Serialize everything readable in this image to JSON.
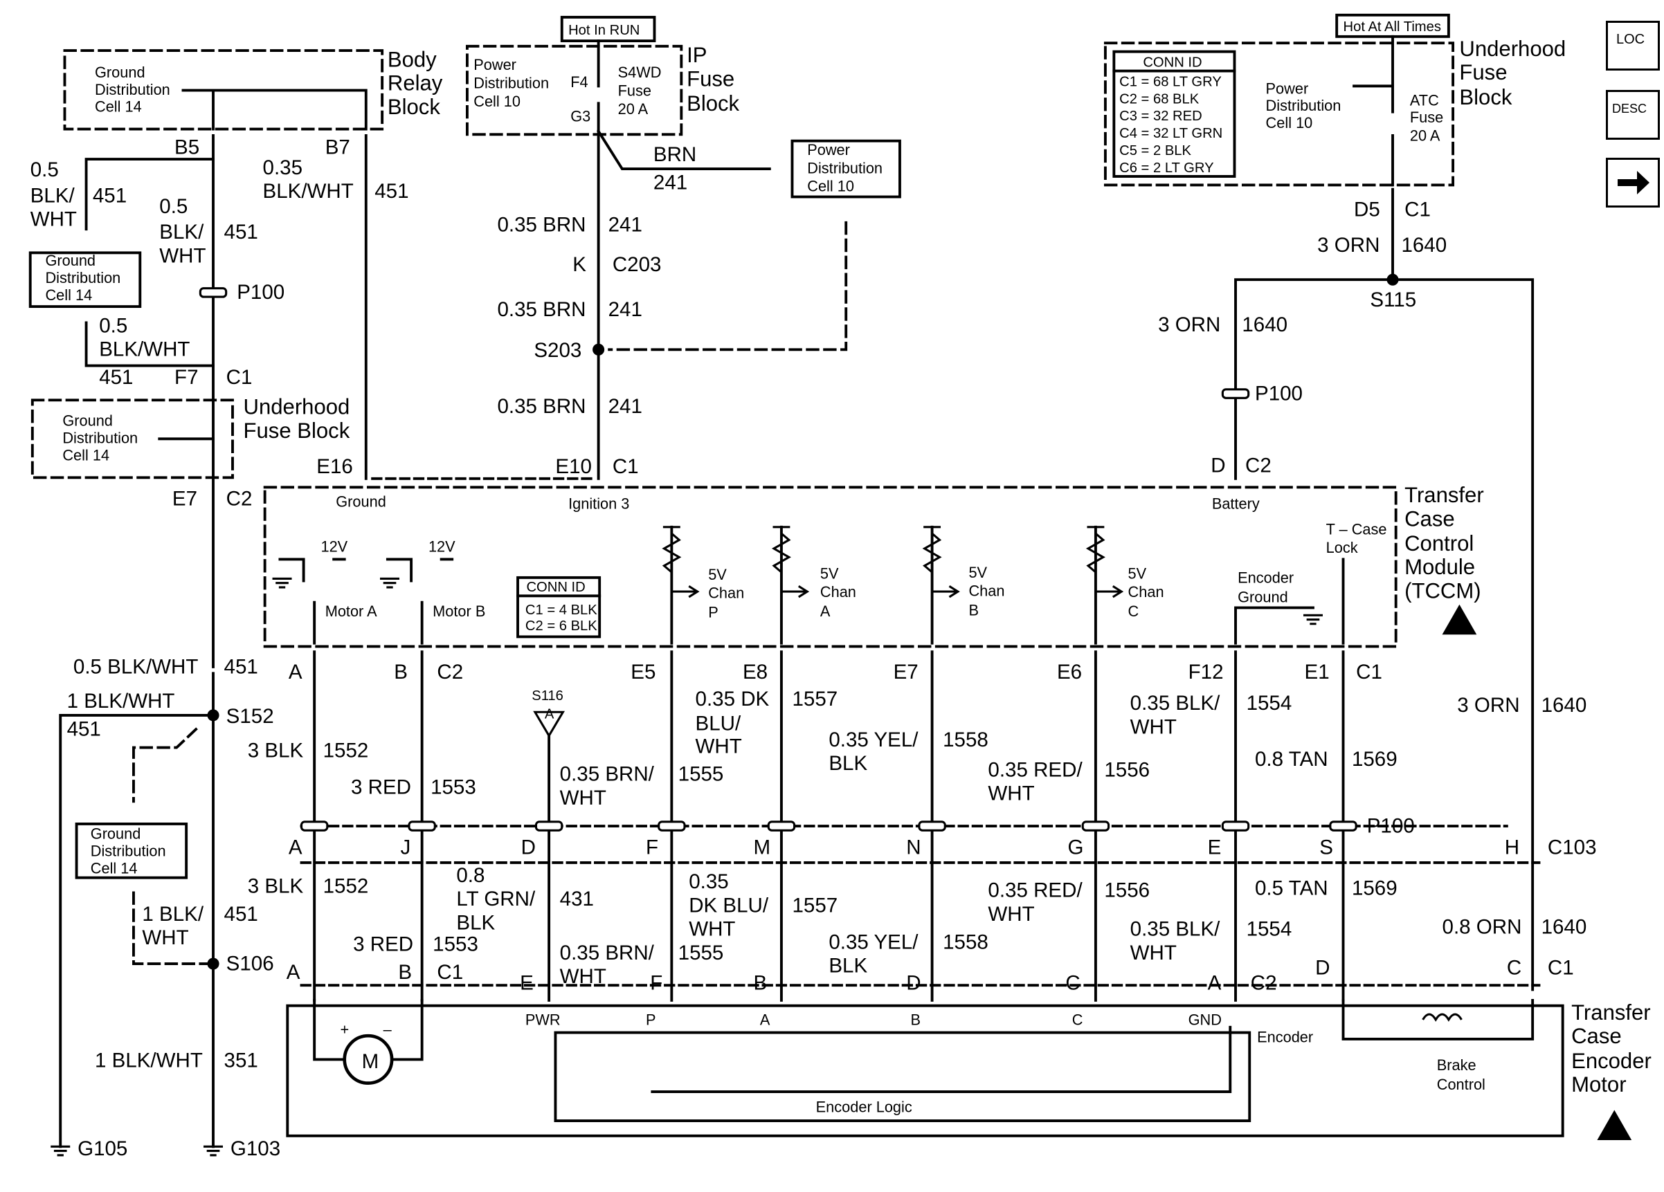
{
  "nav": {
    "loc_label": "LOC",
    "desc_label": "DESC",
    "next_icon": "arrow-right-icon"
  },
  "labels": [
    {
      "k": "ab",
      "t": "Body"
    },
    {
      "k": "ab",
      "t": "Relay"
    },
    {
      "k": "ab",
      "t": "Block"
    },
    {
      "k": "c",
      "t": "Ground"
    },
    {
      "k": "c",
      "t": "Distribution"
    },
    {
      "k": "c",
      "t": "Cell 14"
    },
    {
      "k": "a",
      "t": "B5"
    },
    {
      "k": "a",
      "t": "B7"
    },
    {
      "k": "a",
      "t": "0.5"
    },
    {
      "k": "a",
      "t": "BLK/"
    },
    {
      "k": "a",
      "t": "WHT"
    },
    {
      "k": "a",
      "t": "451"
    },
    {
      "k": "a",
      "t": "0.5"
    },
    {
      "k": "a",
      "t": "BLK/"
    },
    {
      "k": "a",
      "t": "WHT"
    },
    {
      "k": "a",
      "t": "451"
    },
    {
      "k": "a",
      "t": "0.35"
    },
    {
      "k": "a",
      "t": "BLK/WHT"
    },
    {
      "k": "a",
      "t": "451"
    },
    {
      "k": "c",
      "t": "Ground"
    },
    {
      "k": "c",
      "t": "Distribution"
    },
    {
      "k": "c",
      "t": "Cell 14"
    },
    {
      "k": "a",
      "t": "P100"
    },
    {
      "k": "a",
      "t": "0.5"
    },
    {
      "k": "a",
      "t": "BLK/WHT"
    },
    {
      "k": "a",
      "t": "451"
    },
    {
      "k": "a",
      "t": "F7"
    },
    {
      "k": "a",
      "t": "C1"
    },
    {
      "k": "c",
      "t": "Ground"
    },
    {
      "k": "c",
      "t": "Distribution"
    },
    {
      "k": "c",
      "t": "Cell 14"
    },
    {
      "k": "ab",
      "t": "Underhood"
    },
    {
      "k": "ab",
      "t": "Fuse Block"
    },
    {
      "k": "a",
      "t": "E16"
    },
    {
      "k": "a",
      "t": "E7"
    },
    {
      "k": "a",
      "t": "C2"
    },
    {
      "k": "s",
      "t": "Hot In RUN"
    },
    {
      "k": "c",
      "t": "Power"
    },
    {
      "k": "c",
      "t": "Distribution"
    },
    {
      "k": "c",
      "t": "Cell 10"
    },
    {
      "k": "c",
      "t": "F4"
    },
    {
      "k": "c",
      "t": "S4WD"
    },
    {
      "k": "c",
      "t": "Fuse"
    },
    {
      "k": "c",
      "t": "20 A"
    },
    {
      "k": "c",
      "t": "G3"
    },
    {
      "k": "ab",
      "t": "IP"
    },
    {
      "k": "ab",
      "t": "Fuse"
    },
    {
      "k": "ab",
      "t": "Block"
    },
    {
      "k": "a",
      "t": "BRN"
    },
    {
      "k": "a",
      "t": "241"
    },
    {
      "k": "c",
      "t": "Power"
    },
    {
      "k": "c",
      "t": "Distribution"
    },
    {
      "k": "c",
      "t": "Cell 10"
    },
    {
      "k": "a",
      "t": "0.35 BRN"
    },
    {
      "k": "a",
      "t": "241"
    },
    {
      "k": "a",
      "t": "K"
    },
    {
      "k": "a",
      "t": "C203"
    },
    {
      "k": "a",
      "t": "0.35 BRN"
    },
    {
      "k": "a",
      "t": "241"
    },
    {
      "k": "a",
      "t": "S203"
    },
    {
      "k": "a",
      "t": "0.35 BRN"
    },
    {
      "k": "a",
      "t": "241"
    },
    {
      "k": "a",
      "t": "E10"
    },
    {
      "k": "a",
      "t": "C1"
    },
    {
      "k": "s",
      "t": "Hot At All Times"
    },
    {
      "k": "s",
      "t": "CONN ID"
    },
    {
      "k": "s",
      "t": "C1 = 68 LT GRY"
    },
    {
      "k": "s",
      "t": "C2 = 68 BLK"
    },
    {
      "k": "s",
      "t": "C3 = 32 RED"
    },
    {
      "k": "s",
      "t": "C4 = 32 LT GRN"
    },
    {
      "k": "s",
      "t": "C5 = 2 BLK"
    },
    {
      "k": "s",
      "t": "C6 = 2 LT GRY"
    },
    {
      "k": "c",
      "t": "Power"
    },
    {
      "k": "c",
      "t": "Distribution"
    },
    {
      "k": "c",
      "t": "Cell 10"
    },
    {
      "k": "c",
      "t": "ATC"
    },
    {
      "k": "c",
      "t": "Fuse"
    },
    {
      "k": "c",
      "t": "20 A"
    },
    {
      "k": "ab",
      "t": "Underhood"
    },
    {
      "k": "ab",
      "t": "Fuse"
    },
    {
      "k": "ab",
      "t": "Block"
    },
    {
      "k": "a",
      "t": "D5"
    },
    {
      "k": "a",
      "t": "C1"
    },
    {
      "k": "a",
      "t": "3 ORN"
    },
    {
      "k": "a",
      "t": "1640"
    },
    {
      "k": "a",
      "t": "S115"
    },
    {
      "k": "a",
      "t": "3 ORN"
    },
    {
      "k": "a",
      "t": "1640"
    },
    {
      "k": "a",
      "t": "P100"
    },
    {
      "k": "a",
      "t": "D"
    },
    {
      "k": "a",
      "t": "C2"
    },
    {
      "k": "c",
      "t": "Ground"
    },
    {
      "k": "c",
      "t": "Ignition 3"
    },
    {
      "k": "c",
      "t": "Battery"
    },
    {
      "k": "ab",
      "t": "Transfer"
    },
    {
      "k": "ab",
      "t": "Case"
    },
    {
      "k": "ab",
      "t": "Control"
    },
    {
      "k": "ab",
      "t": "Module"
    },
    {
      "k": "ab",
      "t": "(TCCM)"
    },
    {
      "k": "c",
      "t": "12V"
    },
    {
      "k": "c",
      "t": "12V"
    },
    {
      "k": "c",
      "t": "Motor A"
    },
    {
      "k": "c",
      "t": "Motor B"
    },
    {
      "k": "s",
      "t": "CONN ID"
    },
    {
      "k": "s",
      "t": "C1 = 4 BLK"
    },
    {
      "k": "s",
      "t": "C2 = 6 BLK"
    },
    {
      "k": "c",
      "t": "5V"
    },
    {
      "k": "c",
      "t": "Chan"
    },
    {
      "k": "c",
      "t": "P"
    },
    {
      "k": "c",
      "t": "5V"
    },
    {
      "k": "c",
      "t": "Chan"
    },
    {
      "k": "c",
      "t": "A"
    },
    {
      "k": "c",
      "t": "5V"
    },
    {
      "k": "c",
      "t": "Chan"
    },
    {
      "k": "c",
      "t": "B"
    },
    {
      "k": "c",
      "t": "5V"
    },
    {
      "k": "c",
      "t": "Chan"
    },
    {
      "k": "c",
      "t": "C"
    },
    {
      "k": "c",
      "t": "Encoder"
    },
    {
      "k": "c",
      "t": "Ground"
    },
    {
      "k": "c",
      "t": "T – Case"
    },
    {
      "k": "c",
      "t": "Lock"
    },
    {
      "k": "a",
      "t": "0.5 BLK/WHT"
    },
    {
      "k": "a",
      "t": "451"
    },
    {
      "k": "a",
      "t": "A"
    },
    {
      "k": "a",
      "t": "B"
    },
    {
      "k": "a",
      "t": "C2"
    },
    {
      "k": "a",
      "t": "E5"
    },
    {
      "k": "a",
      "t": "E8"
    },
    {
      "k": "a",
      "t": "E7"
    },
    {
      "k": "a",
      "t": "E6"
    },
    {
      "k": "a",
      "t": "F12"
    },
    {
      "k": "a",
      "t": "E1"
    },
    {
      "k": "a",
      "t": "C1"
    },
    {
      "k": "s",
      "t": "S116"
    },
    {
      "k": "s",
      "t": "A"
    },
    {
      "k": "a",
      "t": "1 BLK/WHT"
    },
    {
      "k": "a",
      "t": "451"
    },
    {
      "k": "a",
      "t": "S152"
    },
    {
      "k": "a",
      "t": "3 BLK"
    },
    {
      "k": "a",
      "t": "1552"
    },
    {
      "k": "a",
      "t": "3 RED"
    },
    {
      "k": "a",
      "t": "1553"
    },
    {
      "k": "a",
      "t": "0.35 DK"
    },
    {
      "k": "a",
      "t": "BLU/"
    },
    {
      "k": "a",
      "t": "WHT"
    },
    {
      "k": "a",
      "t": "1557"
    },
    {
      "k": "a",
      "t": "0.35 BRN/"
    },
    {
      "k": "a",
      "t": "WHT"
    },
    {
      "k": "a",
      "t": "1555"
    },
    {
      "k": "a",
      "t": "0.35 YEL/"
    },
    {
      "k": "a",
      "t": "BLK"
    },
    {
      "k": "a",
      "t": "1558"
    },
    {
      "k": "a",
      "t": "0.35 RED/"
    },
    {
      "k": "a",
      "t": "WHT"
    },
    {
      "k": "a",
      "t": "1556"
    },
    {
      "k": "a",
      "t": "0.35 BLK/"
    },
    {
      "k": "a",
      "t": "WHT"
    },
    {
      "k": "a",
      "t": "1554"
    },
    {
      "k": "a",
      "t": "0.8 TAN"
    },
    {
      "k": "a",
      "t": "1569"
    },
    {
      "k": "a",
      "t": "3 ORN"
    },
    {
      "k": "a",
      "t": "1640"
    },
    {
      "k": "c",
      "t": "Ground"
    },
    {
      "k": "c",
      "t": "Distribution"
    },
    {
      "k": "c",
      "t": "Cell 14"
    },
    {
      "k": "a",
      "t": "P100"
    },
    {
      "k": "a",
      "t": "A"
    },
    {
      "k": "a",
      "t": "J"
    },
    {
      "k": "a",
      "t": "D"
    },
    {
      "k": "a",
      "t": "F"
    },
    {
      "k": "a",
      "t": "M"
    },
    {
      "k": "a",
      "t": "N"
    },
    {
      "k": "a",
      "t": "G"
    },
    {
      "k": "a",
      "t": "E"
    },
    {
      "k": "a",
      "t": "S"
    },
    {
      "k": "a",
      "t": "H"
    },
    {
      "k": "a",
      "t": "C103"
    },
    {
      "k": "a",
      "t": "3 BLK"
    },
    {
      "k": "a",
      "t": "1552"
    },
    {
      "k": "a",
      "t": "0.8"
    },
    {
      "k": "a",
      "t": "LT GRN/"
    },
    {
      "k": "a",
      "t": "BLK"
    },
    {
      "k": "a",
      "t": "431"
    },
    {
      "k": "a",
      "t": "0.35"
    },
    {
      "k": "a",
      "t": "DK BLU/"
    },
    {
      "k": "a",
      "t": "WHT"
    },
    {
      "k": "a",
      "t": "1557"
    },
    {
      "k": "a",
      "t": "0.35 RED/"
    },
    {
      "k": "a",
      "t": "WHT"
    },
    {
      "k": "a",
      "t": "1556"
    },
    {
      "k": "a",
      "t": "0.5 TAN"
    },
    {
      "k": "a",
      "t": "1569"
    },
    {
      "k": "a",
      "t": "1 BLK/"
    },
    {
      "k": "a",
      "t": "WHT"
    },
    {
      "k": "a",
      "t": "451"
    },
    {
      "k": "a",
      "t": "3 RED"
    },
    {
      "k": "a",
      "t": "1553"
    },
    {
      "k": "a",
      "t": "0.35 BRN/"
    },
    {
      "k": "a",
      "t": "WHT"
    },
    {
      "k": "a",
      "t": "1555"
    },
    {
      "k": "a",
      "t": "0.35 YEL/"
    },
    {
      "k": "a",
      "t": "BLK"
    },
    {
      "k": "a",
      "t": "1558"
    },
    {
      "k": "a",
      "t": "0.35 BLK/"
    },
    {
      "k": "a",
      "t": "WHT"
    },
    {
      "k": "a",
      "t": "1554"
    },
    {
      "k": "a",
      "t": "0.8 ORN"
    },
    {
      "k": "a",
      "t": "1640"
    },
    {
      "k": "a",
      "t": "S106"
    },
    {
      "k": "a",
      "t": "A"
    },
    {
      "k": "a",
      "t": "B"
    },
    {
      "k": "a",
      "t": "C1"
    },
    {
      "k": "a",
      "t": "E"
    },
    {
      "k": "a",
      "t": "F"
    },
    {
      "k": "a",
      "t": "B"
    },
    {
      "k": "a",
      "t": "D"
    },
    {
      "k": "a",
      "t": "C"
    },
    {
      "k": "a",
      "t": "A"
    },
    {
      "k": "a",
      "t": "C2"
    },
    {
      "k": "a",
      "t": "D"
    },
    {
      "k": "a",
      "t": "C"
    },
    {
      "k": "a",
      "t": "C1"
    },
    {
      "k": "ab",
      "t": "Transfer"
    },
    {
      "k": "ab",
      "t": "Case"
    },
    {
      "k": "ab",
      "t": "Encoder"
    },
    {
      "k": "ab",
      "t": "Motor"
    },
    {
      "k": "c",
      "t": "PWR"
    },
    {
      "k": "c",
      "t": "P"
    },
    {
      "k": "c",
      "t": "A"
    },
    {
      "k": "c",
      "t": "B"
    },
    {
      "k": "c",
      "t": "C"
    },
    {
      "k": "c",
      "t": "GND"
    },
    {
      "k": "c",
      "t": "Encoder"
    },
    {
      "k": "c",
      "t": "+"
    },
    {
      "k": "c",
      "t": "–"
    },
    {
      "k": "a",
      "t": "M"
    },
    {
      "k": "c",
      "t": "Brake"
    },
    {
      "k": "c",
      "t": "Control"
    },
    {
      "k": "c",
      "t": "Encoder Logic"
    },
    {
      "k": "a",
      "t": "1 BLK/WHT"
    },
    {
      "k": "a",
      "t": "351"
    },
    {
      "k": "a",
      "t": "G105"
    },
    {
      "k": "a",
      "t": "G103"
    }
  ]
}
